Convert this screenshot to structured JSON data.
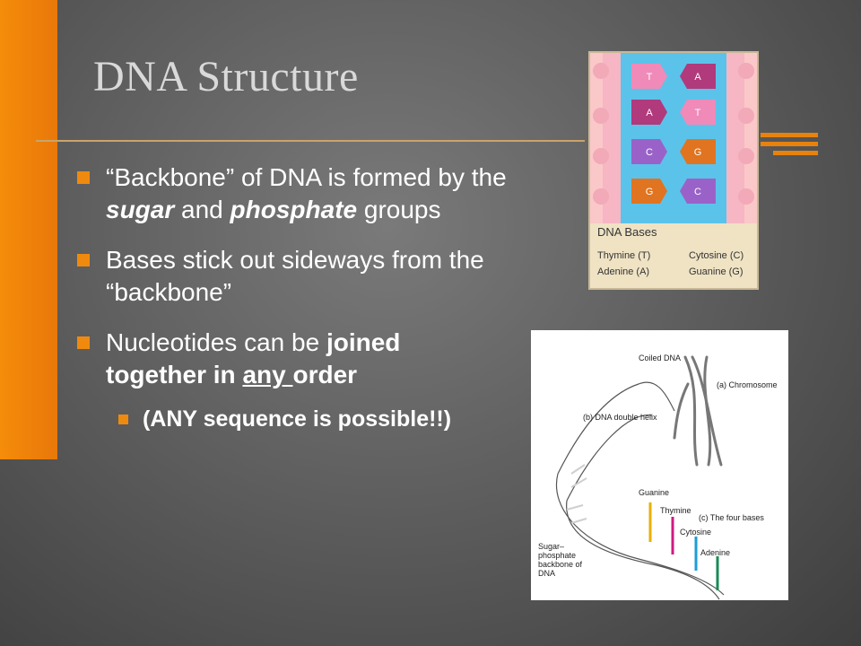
{
  "slide": {
    "title": "DNA Structure",
    "bullets": [
      {
        "parts": [
          "“Backbone” of DNA is formed by the ",
          "sugar",
          " and ",
          "phosphate",
          " groups"
        ]
      },
      {
        "text": "Bases stick out sideways from the “backbone”"
      },
      {
        "parts": [
          "Nucleotides can be ",
          "joined together in ",
          "any ",
          "order"
        ]
      }
    ],
    "sub_bullet": "(ANY sequence is possible!!)"
  },
  "bases_figure": {
    "pairs": [
      [
        "T",
        "A"
      ],
      [
        "A",
        "T"
      ],
      [
        "C",
        "G"
      ],
      [
        "G",
        "C"
      ]
    ],
    "legend_title": "DNA Bases",
    "legend": [
      "Thymine (T)",
      "Cytosine (C)",
      "Adenine (A)",
      "Guanine (G)"
    ],
    "colors": {
      "T": "#f08ab8",
      "A": "#b03a7c",
      "C": "#9a62c8",
      "G": "#e07420"
    }
  },
  "chromosome_figure": {
    "labels": {
      "coiled": "Coiled DNA",
      "chromosome": "(a) Chromosome",
      "helix": "(b) DNA double helix",
      "guanine": "Guanine",
      "thymine": "Thymine",
      "four_bases": "(c) The four bases",
      "cytosine": "Cytosine",
      "adenine": "Adenine",
      "backbone": "Sugar–phosphate backbone of DNA"
    }
  }
}
